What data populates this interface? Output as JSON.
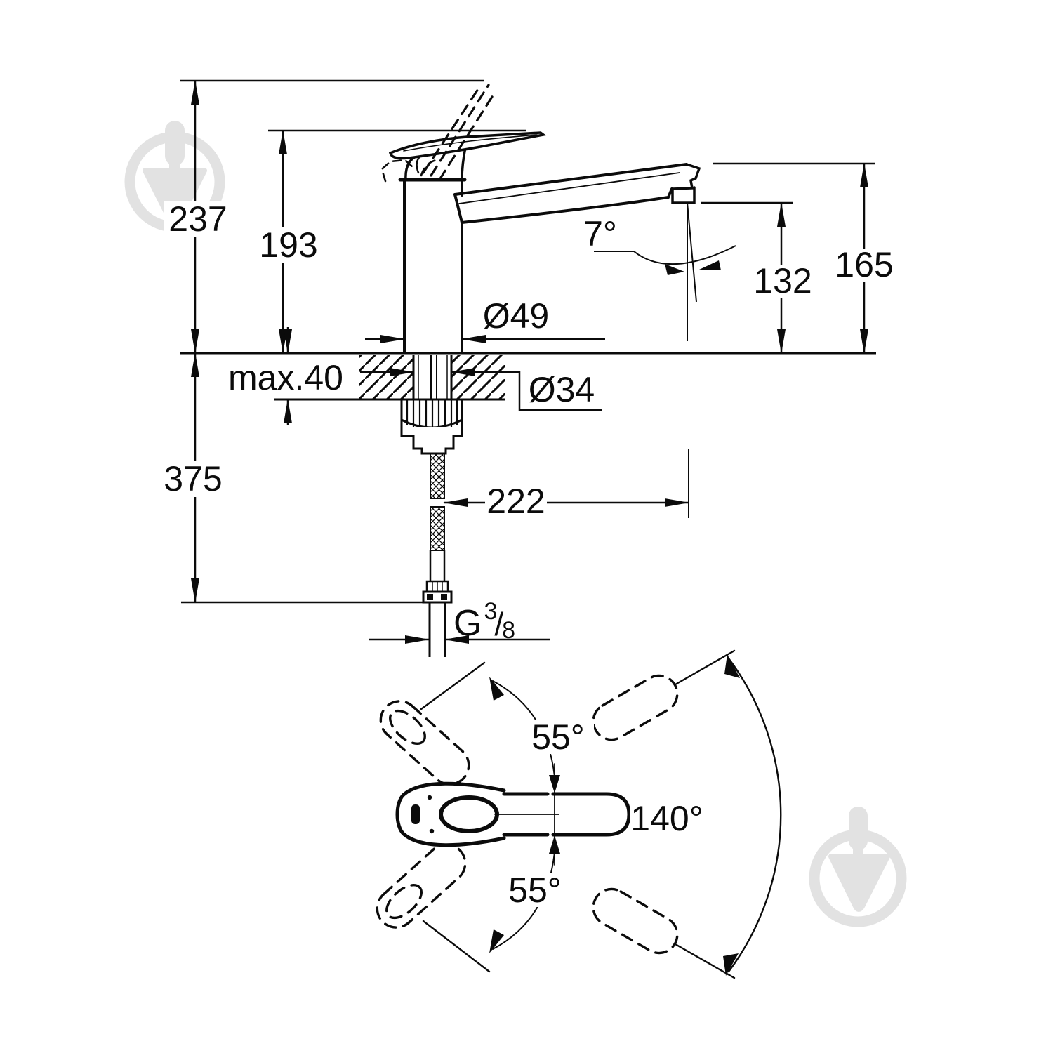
{
  "meta": {
    "document_type": "technical dimension drawing",
    "subject": "single-lever kitchen mixer faucet – side elevation with installation cut-away and top-view handle/spout swivel range",
    "units": "mm",
    "line_color": "#0b0b0b",
    "background_color": "#ffffff"
  },
  "watermark": {
    "icon": "trowel-badge-icon",
    "color": "#e2e2e2",
    "positions": [
      "top-left",
      "bottom-right"
    ]
  },
  "side_view": {
    "labels": {
      "overall_height": "237",
      "height_to_lever": "193",
      "spout_top_height": "165",
      "outlet_height": "132",
      "spout_angle": "7°",
      "body_diameter": "Ø49",
      "hole_diameter": "Ø34",
      "deck_thickness": "max.40",
      "hose_drop": "375",
      "spout_reach": "222"
    },
    "thread": {
      "letter": "G",
      "numerator": "3",
      "slash": "/",
      "denominator": "8"
    }
  },
  "top_view": {
    "labels": {
      "handle_swing_upper": "55°",
      "spout_swivel_total": "140°",
      "handle_swing_lower": "55°"
    }
  }
}
